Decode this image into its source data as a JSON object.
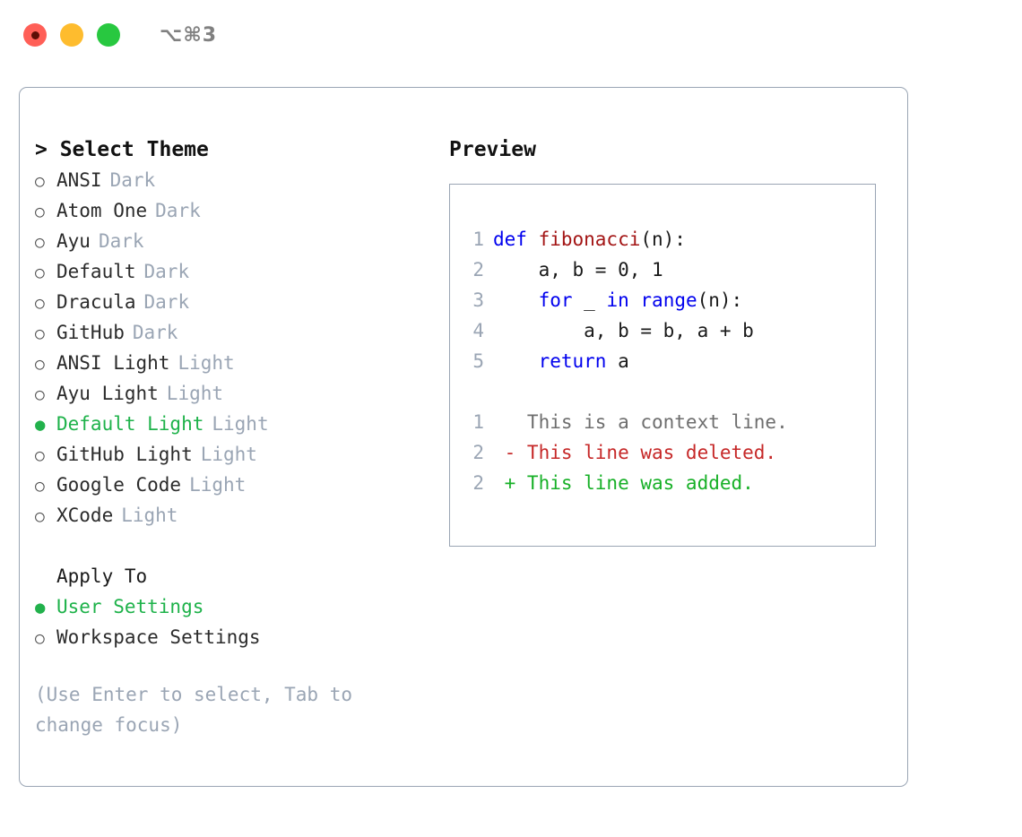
{
  "titlebar": {
    "shortcut": "⌥⌘3",
    "lights": [
      {
        "name": "close",
        "color": "#ff5f57"
      },
      {
        "name": "minimize",
        "color": "#febc2e"
      },
      {
        "name": "maximize",
        "color": "#28c840"
      }
    ]
  },
  "theme_picker": {
    "heading": "> Select Theme",
    "bullet_selected": "●",
    "bullet_unselected": "○",
    "selected_color": "#1eb24a",
    "muted_color": "#9aa5b4",
    "items": [
      {
        "label": "ANSI",
        "kind": "Dark",
        "selected": false
      },
      {
        "label": "Atom One",
        "kind": "Dark",
        "selected": false
      },
      {
        "label": "Ayu",
        "kind": "Dark",
        "selected": false
      },
      {
        "label": "Default",
        "kind": "Dark",
        "selected": false
      },
      {
        "label": "Dracula",
        "kind": "Dark",
        "selected": false
      },
      {
        "label": "GitHub",
        "kind": "Dark",
        "selected": false
      },
      {
        "label": "ANSI Light",
        "kind": "Light",
        "selected": false
      },
      {
        "label": "Ayu Light",
        "kind": "Light",
        "selected": false
      },
      {
        "label": "Default Light",
        "kind": "Light",
        "selected": true
      },
      {
        "label": "GitHub Light",
        "kind": "Light",
        "selected": false
      },
      {
        "label": "Google Code",
        "kind": "Light",
        "selected": false
      },
      {
        "label": "XCode",
        "kind": "Light",
        "selected": false
      }
    ]
  },
  "apply_to": {
    "heading": "Apply To",
    "items": [
      {
        "label": "User Settings",
        "selected": true
      },
      {
        "label": "Workspace Settings",
        "selected": false
      }
    ]
  },
  "hint": "(Use Enter to select, Tab to change focus)",
  "preview": {
    "title": "Preview",
    "code_lines": [
      {
        "number": "1",
        "tokens": [
          {
            "text": "def ",
            "type": "kw"
          },
          {
            "text": "fibonacci",
            "type": "fn"
          },
          {
            "text": "(n):",
            "type": "plain"
          }
        ]
      },
      {
        "number": "2",
        "tokens": [
          {
            "text": "    a, b = 0, 1",
            "type": "plain"
          }
        ]
      },
      {
        "number": "3",
        "tokens": [
          {
            "text": "    ",
            "type": "plain"
          },
          {
            "text": "for",
            "type": "kw"
          },
          {
            "text": " _ ",
            "type": "plain"
          },
          {
            "text": "in",
            "type": "kw"
          },
          {
            "text": " ",
            "type": "plain"
          },
          {
            "text": "range",
            "type": "kw"
          },
          {
            "text": "(n):",
            "type": "plain"
          }
        ]
      },
      {
        "number": "4",
        "tokens": [
          {
            "text": "        a, b = b, a + b",
            "type": "plain"
          }
        ]
      },
      {
        "number": "5",
        "tokens": [
          {
            "text": "    ",
            "type": "plain"
          },
          {
            "text": "return",
            "type": "kw"
          },
          {
            "text": " a",
            "type": "plain"
          }
        ]
      }
    ],
    "diff_lines": [
      {
        "number": "1",
        "marker": " ",
        "text": "This is a context line.",
        "type": "ctx"
      },
      {
        "number": "2",
        "marker": "-",
        "text": "This line was deleted.",
        "type": "del"
      },
      {
        "number": "2",
        "marker": "+",
        "text": "This line was added.",
        "type": "add"
      }
    ]
  }
}
